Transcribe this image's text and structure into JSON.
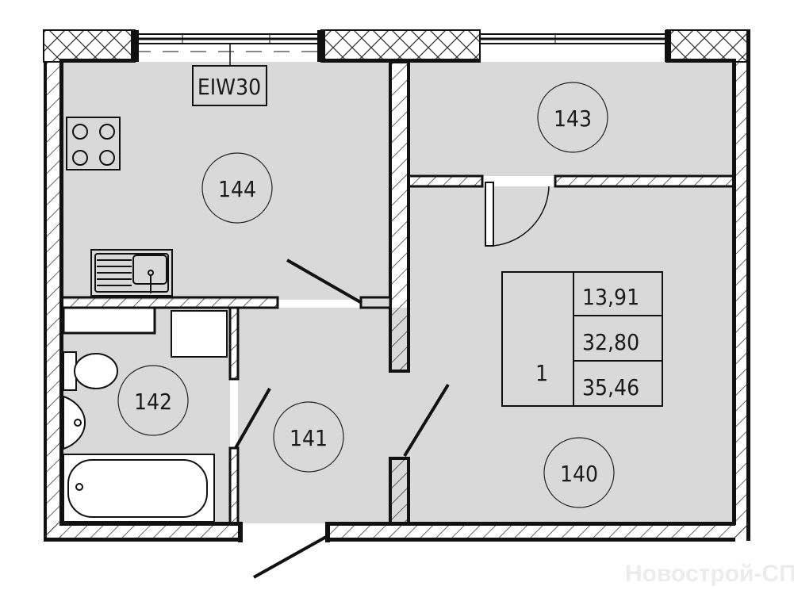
{
  "plan": {
    "equipment_tag": "EIW30",
    "rooms": [
      {
        "id": "144",
        "label": "144"
      },
      {
        "id": "143",
        "label": "143"
      },
      {
        "id": "142",
        "label": "142"
      },
      {
        "id": "141",
        "label": "141"
      },
      {
        "id": "140",
        "label": "140"
      }
    ],
    "summary": {
      "rooms_count": "1",
      "living_area": "13,91",
      "total_area": "32,80",
      "area_with_balcony": "35,46"
    },
    "watermark": "Новострой-СПб",
    "colors": {
      "floor": "#d9d9d9",
      "wall": "#111111",
      "background": "#ffffff"
    }
  }
}
